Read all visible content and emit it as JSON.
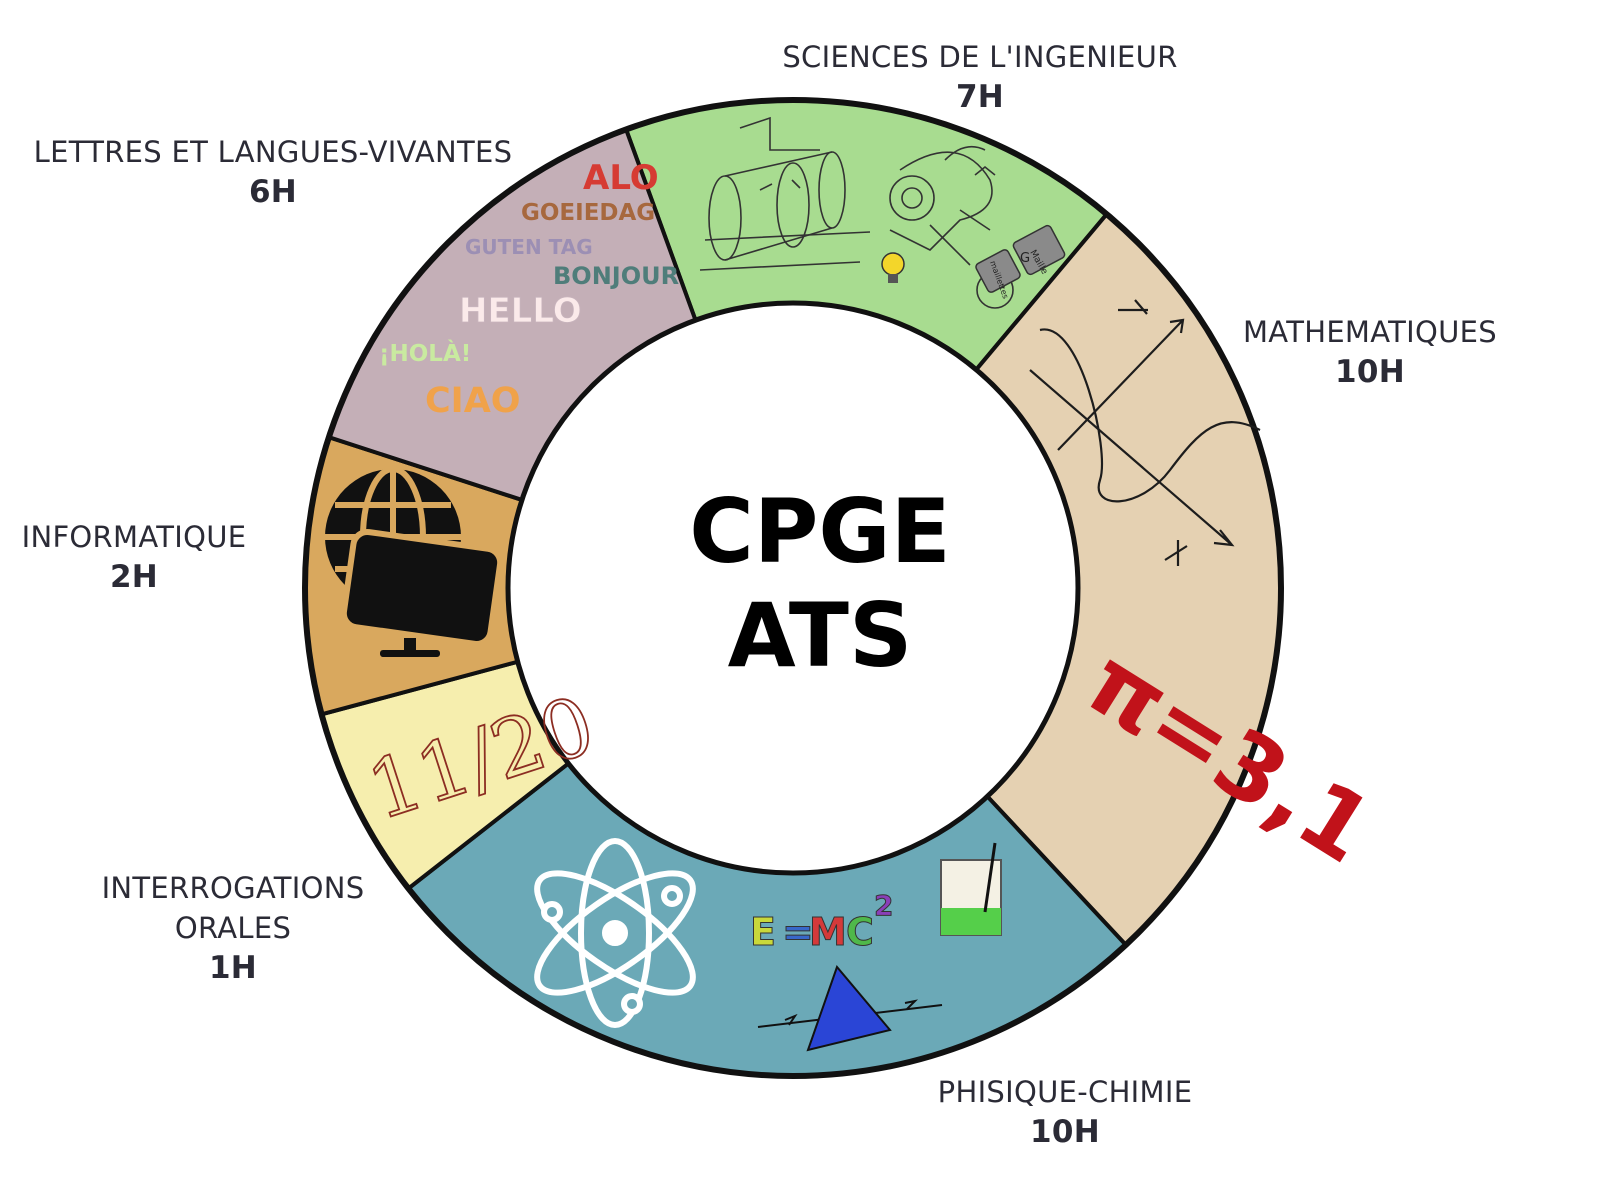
{
  "center": {
    "line1": "CPGE",
    "line2": "ATS"
  },
  "subjects": [
    {
      "name": "SCIENCES DE L'INGENIEUR",
      "hours": "7H",
      "color": "#a8dc90"
    },
    {
      "name": "MATHEMATIQUES",
      "hours": "10H",
      "color": "#e5d1b2"
    },
    {
      "name": "PHISIQUE-CHIMIE",
      "hours": "10H",
      "color": "#6ba9b7"
    },
    {
      "name_line1": "INTERROGATIONS",
      "name_line2": "ORALES",
      "hours": "1H",
      "color": "#f6eeae"
    },
    {
      "name": "INFORMATIQUE",
      "hours": "2H",
      "color": "#d9a85e"
    },
    {
      "name": "LETTRES ET LANGUES-VIVANTES",
      "hours": "6H",
      "color": "#c4afb7"
    }
  ],
  "greetings": [
    {
      "text": "ALO",
      "color": "#d63b33"
    },
    {
      "text": "GOEIEDAG",
      "color": "#a7683e"
    },
    {
      "text": "GUTEN TAG",
      "color": "#9c8fb4"
    },
    {
      "text": "BONJOUR",
      "color": "#4f7d7a"
    },
    {
      "text": "HELLO",
      "color": "#fbeaea"
    },
    {
      "text": "¡HOLÀ!",
      "color": "#c9eaa0"
    },
    {
      "text": "CIAO",
      "color": "#f0a24a"
    }
  ],
  "math_doodle": "π=3,1",
  "grade_doodle": "11/20",
  "formula": {
    "e": "E",
    "eq": "=",
    "m": "M",
    "c": "C",
    "exp": "2"
  },
  "machine_labels": [
    "Maille",
    "G",
    "maillettes"
  ]
}
